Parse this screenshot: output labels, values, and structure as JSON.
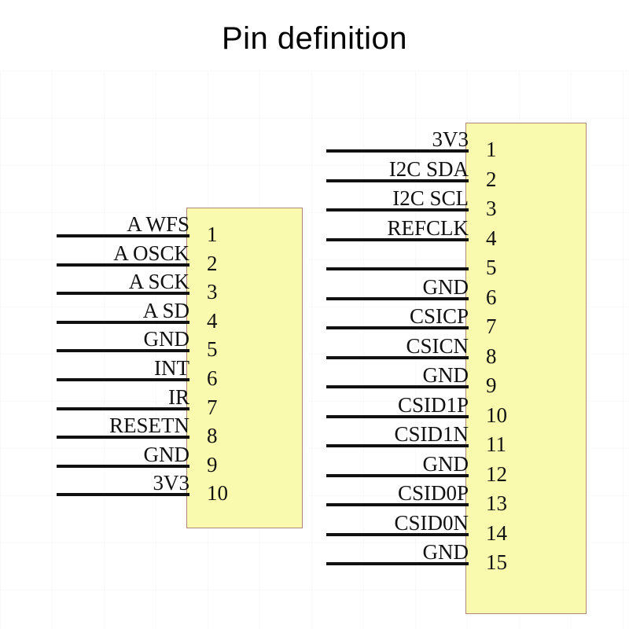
{
  "title": "Pin definition",
  "colors": {
    "connector_fill": "#fafaaf",
    "connector_border": "#b08878",
    "lead_line": "#111111",
    "text": "#111111",
    "background": "#ffffff"
  },
  "connectors": [
    {
      "id": "left-connector",
      "name": "analog-audio-connector",
      "pin_count": 10,
      "pins": [
        {
          "number": "1",
          "label": "A  WFS"
        },
        {
          "number": "2",
          "label": "A  OSCK"
        },
        {
          "number": "3",
          "label": "A  SCK"
        },
        {
          "number": "4",
          "label": "A  SD"
        },
        {
          "number": "5",
          "label": "GND"
        },
        {
          "number": "6",
          "label": "INT"
        },
        {
          "number": "7",
          "label": "IR"
        },
        {
          "number": "8",
          "label": "RESETN"
        },
        {
          "number": "9",
          "label": "GND"
        },
        {
          "number": "10",
          "label": "3V3"
        }
      ]
    },
    {
      "id": "right-connector",
      "name": "csi-i2c-connector",
      "pin_count": 15,
      "pins": [
        {
          "number": "1",
          "label": "3V3"
        },
        {
          "number": "2",
          "label": "I2C  SDA"
        },
        {
          "number": "3",
          "label": "I2C  SCL"
        },
        {
          "number": "4",
          "label": "REFCLK"
        },
        {
          "number": "5",
          "label": ""
        },
        {
          "number": "6",
          "label": "GND"
        },
        {
          "number": "7",
          "label": "CSICP"
        },
        {
          "number": "8",
          "label": "CSICN"
        },
        {
          "number": "9",
          "label": "GND"
        },
        {
          "number": "10",
          "label": "CSID1P"
        },
        {
          "number": "11",
          "label": "CSID1N"
        },
        {
          "number": "12",
          "label": "GND"
        },
        {
          "number": "13",
          "label": "CSID0P"
        },
        {
          "number": "14",
          "label": "CSID0N"
        },
        {
          "number": "15",
          "label": "GND"
        }
      ]
    }
  ]
}
